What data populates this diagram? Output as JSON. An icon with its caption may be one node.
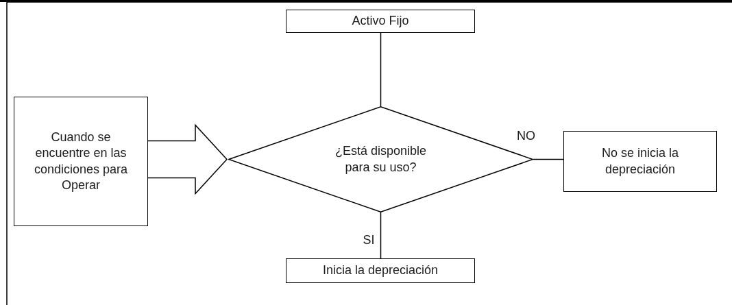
{
  "diagram": {
    "nodes": [
      {
        "text": [
          "Activo Fijo"
        ]
      },
      {
        "text": [
          "Cuando se encuentre en las condiciones para Operar"
        ]
      },
      {
        "text": [
          "¿Está disponible para su uso?"
        ]
      },
      {
        "text": [
          "No se inicia la depreciación"
        ]
      },
      {
        "text": [
          "Inicia la depreciación"
        ]
      }
    ],
    "edges": [
      {
        "from": 0,
        "to": 2,
        "arrow": "none"
      },
      {
        "from": 1,
        "to": 2,
        "arrow": "to",
        "style": "thick"
      },
      {
        "from": 2,
        "to": 3,
        "arrow": "none",
        "label": "NO"
      },
      {
        "from": 2,
        "to": 4,
        "arrow": "none",
        "label": "SI"
      }
    ]
  }
}
